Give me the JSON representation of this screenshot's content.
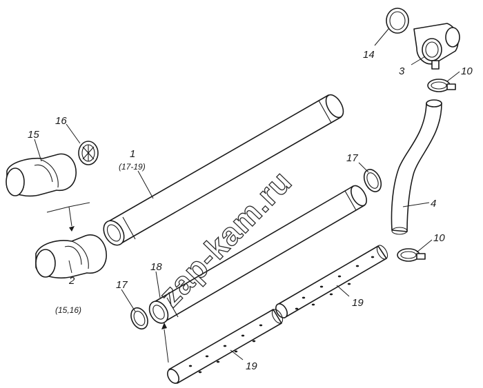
{
  "watermark": "zap-kam.ru",
  "callouts": {
    "c1": "1",
    "c1_sub": "(17-19)",
    "c2": "2",
    "c2_sub": "(15,16)",
    "c3": "3",
    "c4": "4",
    "c10a": "10",
    "c10b": "10",
    "c14": "14",
    "c15": "15",
    "c16": "16",
    "c17a": "17",
    "c17b": "17",
    "c18": "18",
    "c19a": "19",
    "c19b": "19"
  },
  "colors": {
    "line": "#1a1a1a",
    "background": "#ffffff"
  }
}
